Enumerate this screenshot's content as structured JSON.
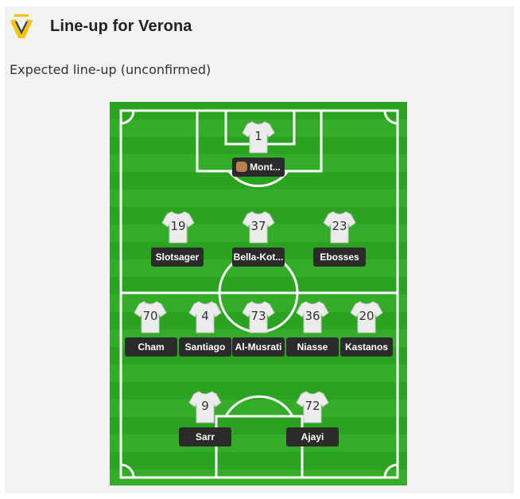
{
  "header": {
    "title": "Line-up for Verona",
    "logo_icon": "verona-club-crest-icon"
  },
  "subtitle": "Expected line-up (unconfirmed)",
  "pitch": {
    "stripe_colors": [
      "#2aa320",
      "#33ad27"
    ],
    "line_color": "#ffffff"
  },
  "players": [
    {
      "number": "1",
      "name": "Mont...",
      "role": "goalkeeper",
      "badge_icon": "goalkeeper-glove-icon"
    },
    {
      "number": "19",
      "name": "Slotsager"
    },
    {
      "number": "37",
      "name": "Bella-Kot..."
    },
    {
      "number": "23",
      "name": "Ebosses"
    },
    {
      "number": "70",
      "name": "Cham"
    },
    {
      "number": "4",
      "name": "Santiago"
    },
    {
      "number": "73",
      "name": "Al-Musrati"
    },
    {
      "number": "36",
      "name": "Niasse"
    },
    {
      "number": "20",
      "name": "Kastanos"
    },
    {
      "number": "9",
      "name": "Sarr"
    },
    {
      "number": "72",
      "name": "Ajayi"
    }
  ]
}
